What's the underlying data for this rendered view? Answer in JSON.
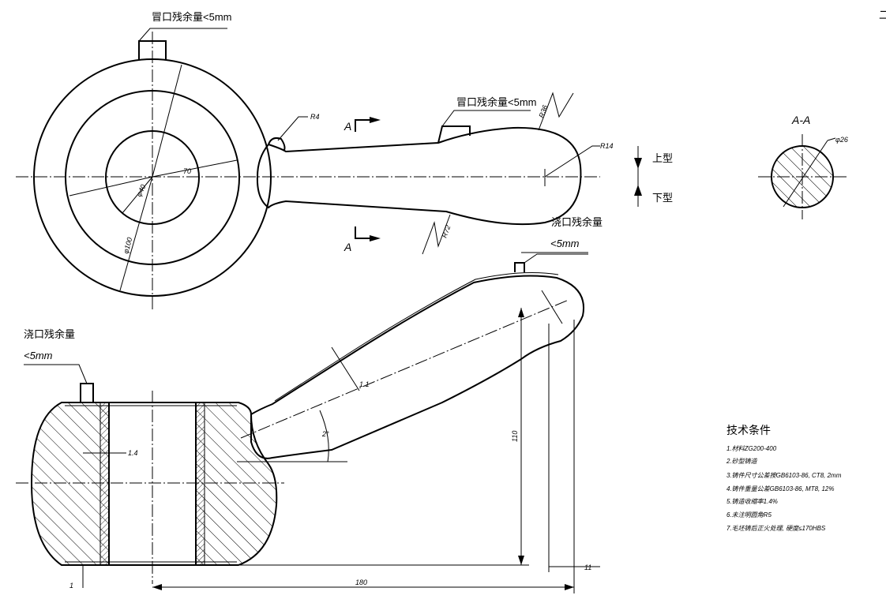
{
  "top_view": {
    "riser_note": "冒口残余量<5mm",
    "riser_note_handle": "冒口残余量<5mm",
    "gate_note_line1": "浇口残余量",
    "gate_note_line2": "<5mm",
    "r4": "R4",
    "r36": "R36",
    "r14": "R14",
    "r72": "R72",
    "d70": "70",
    "d40": "φ40",
    "d100": "φ100",
    "section_a_top": "A",
    "section_a_bottom": "A",
    "upper_mold": "上型",
    "lower_mold": "下型"
  },
  "section_view": {
    "title": "A-A",
    "diameter": "φ26"
  },
  "front_view": {
    "gate_note_line1": "浇口残余量",
    "gate_note_line2": "<5mm",
    "handle_riser_note": "<5mm",
    "d1_4": "1.4",
    "d1_1": "1.1",
    "d1": "1",
    "angle": "2°",
    "d110": "110",
    "d180": "180",
    "d11": "11"
  },
  "tech": {
    "title": "技术条件",
    "items": [
      "1.材料ZG200-400",
      "2.砂型铸造",
      "3.铸件尺寸公差按GB6103-86, CT8, 2mm",
      "4.铸件重量公差GB6103-86, MT8, 12%",
      "5.铸造收缩率1.4%",
      "6.未注明圆角R5",
      "7.毛坯铸后正火处理, 硬度≤170HBS"
    ]
  },
  "corner_mark": "二"
}
